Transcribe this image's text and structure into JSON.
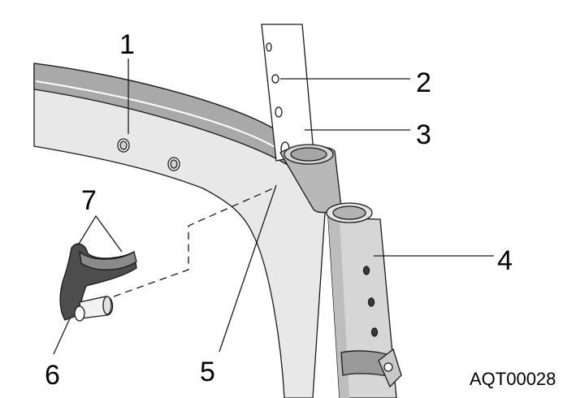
{
  "callouts": {
    "c1": "1",
    "c2": "2",
    "c3": "3",
    "c4": "4",
    "c5": "5",
    "c6": "6",
    "c7": "7"
  },
  "reference_code": "AQT00028",
  "colors": {
    "frame_light": "#e6e6e6",
    "frame_mid": "#cfcfcf",
    "frame_dark": "#a9a9a9",
    "outline": "#1a1a1a",
    "clip_dark": "#4d4d4d",
    "background": "#ffffff"
  }
}
